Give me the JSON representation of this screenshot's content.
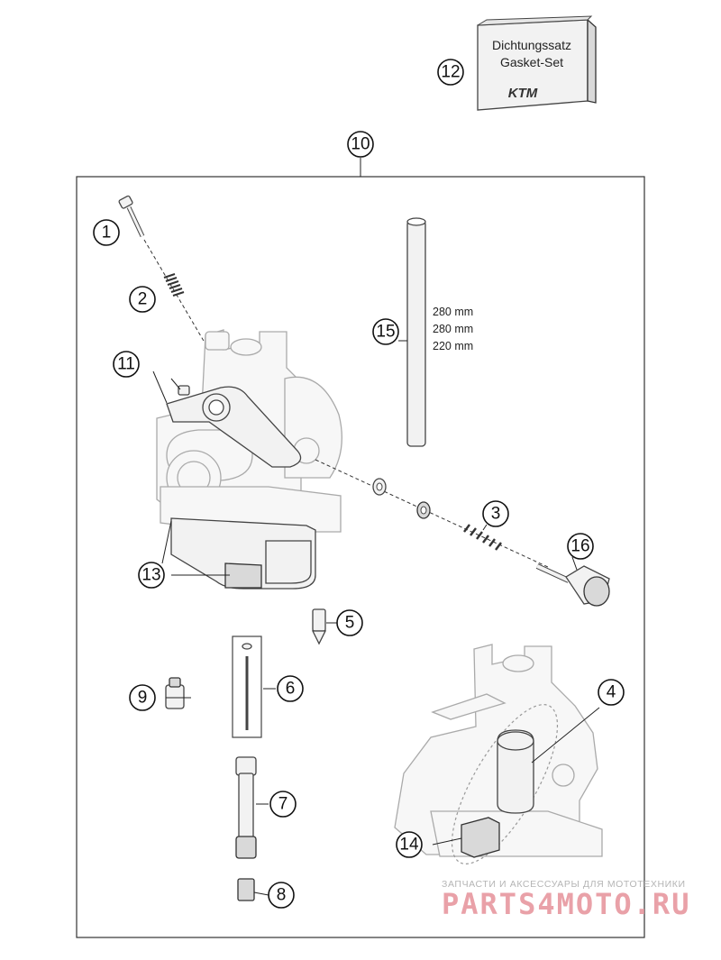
{
  "kit_box": {
    "line1": "Dichtungssatz",
    "line2": "Gasket-Set",
    "brand": "KTM"
  },
  "callouts": [
    "1",
    "2",
    "3",
    "4",
    "5",
    "6",
    "7",
    "8",
    "9",
    "10",
    "11",
    "12",
    "13",
    "14",
    "15",
    "16"
  ],
  "hose_lengths": [
    "280 mm",
    "280 mm",
    "220 mm"
  ],
  "watermark": {
    "tagline": "ЗАПЧАСТИ И АКСЕССУАРЫ ДЛЯ МОТОТЕХНИКИ",
    "site": "PARTS4MOTO.RU"
  },
  "colors": {
    "line": "#222222",
    "part_fill": "#f2f2f2",
    "watermark": "#e9a1a8"
  }
}
